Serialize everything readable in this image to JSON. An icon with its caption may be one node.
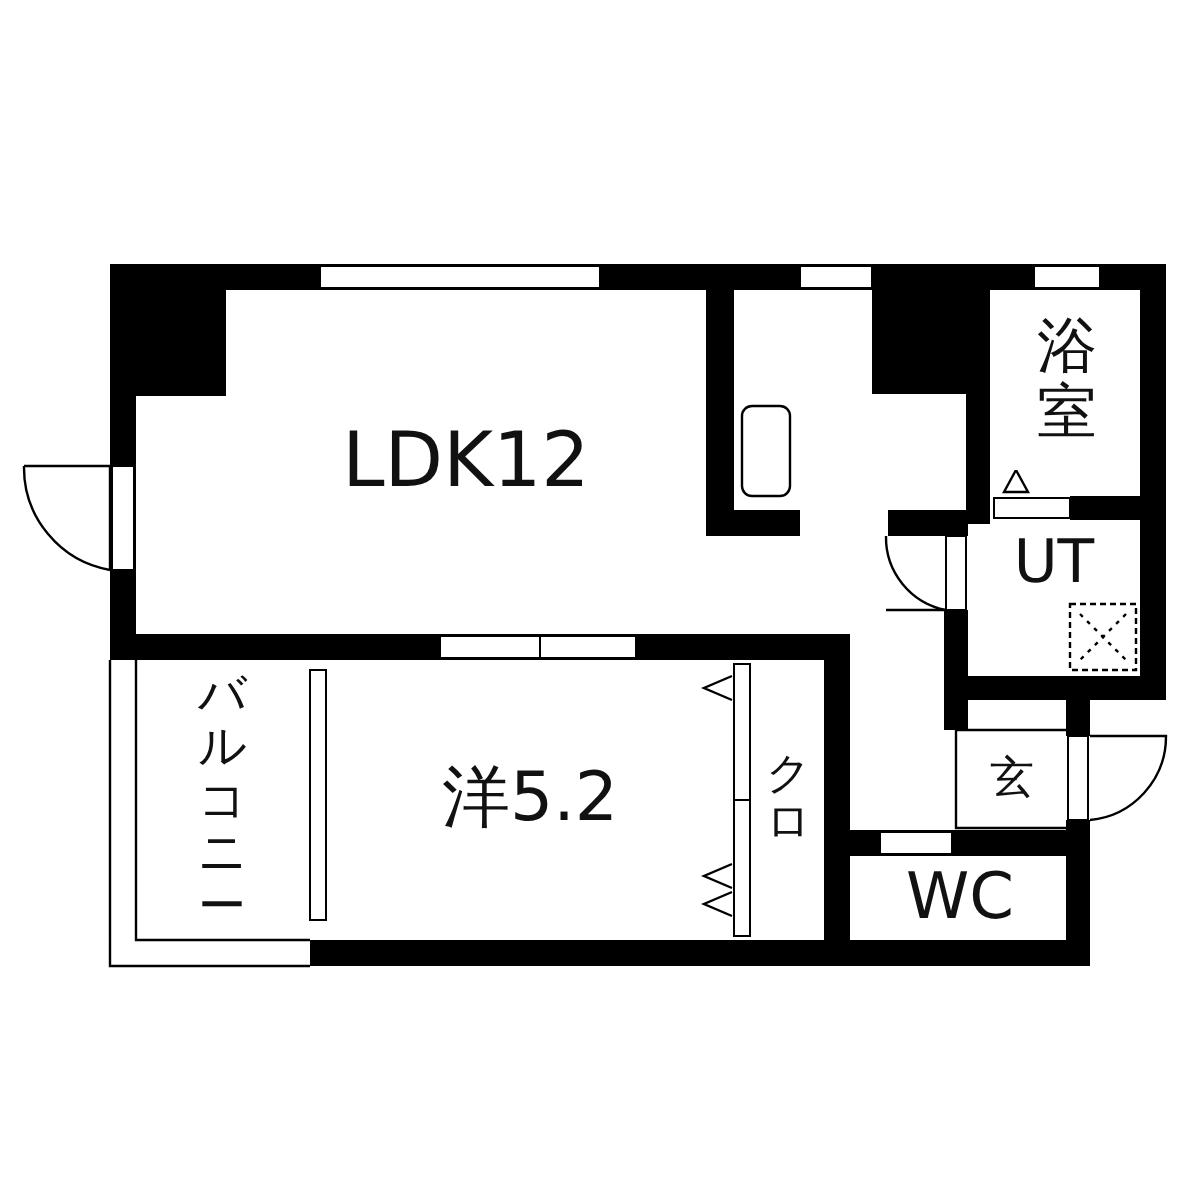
{
  "diagram": {
    "nodes": [
      {
        "text": [
          "LDK12"
        ]
      },
      {
        "text": [
          "浴室"
        ]
      },
      {
        "text": [
          "UT"
        ]
      },
      {
        "text": [
          "バルコニー"
        ]
      },
      {
        "text": [
          "洋5.2"
        ]
      },
      {
        "text": [
          "クロ"
        ]
      },
      {
        "text": [
          "玄"
        ]
      },
      {
        "text": [
          "WC"
        ]
      }
    ]
  }
}
